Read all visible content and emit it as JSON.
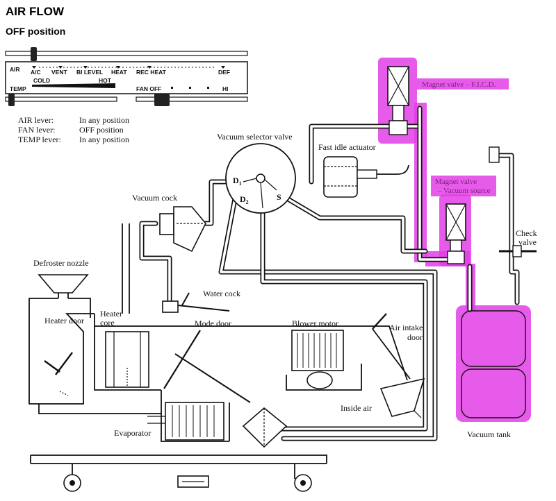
{
  "header": {
    "title": "AIR FLOW",
    "subtitle": "OFF position"
  },
  "panel": {
    "air_label": "AIR",
    "modes": [
      "A/C",
      "VENT",
      "BI LEVEL",
      "HEAT",
      "REC HEAT",
      "DEF"
    ],
    "temp_label": "TEMP",
    "cold_label": "COLD",
    "hot_label": "HOT",
    "fan_off_label": "FAN OFF",
    "fan_hi_label": "HI"
  },
  "settings": [
    {
      "lever": "AIR lever:",
      "position": "In any position"
    },
    {
      "lever": "FAN lever:",
      "position": "OFF position"
    },
    {
      "lever": "TEMP lever:",
      "position": "In any position"
    }
  ],
  "labels": {
    "vacuum_selector_valve": "Vacuum selector valve",
    "d1": "D",
    "d1_sub": "1",
    "d2": "D",
    "d2_sub": "2",
    "s": "S",
    "fast_idle_actuator": "Fast idle actuator",
    "vacuum_cock": "Vacuum cock",
    "defroster_nozzle": "Defroster nozzle",
    "water_cock": "Water cock",
    "heater_door": "Heater door",
    "heater_core_1": "Heater",
    "heater_core_2": "core",
    "mode_door": "Mode door",
    "blower_motor": "Blower motor",
    "air_intake_door_1": "Air intake",
    "air_intake_door_2": "door",
    "inside_air": "Inside air",
    "evaporator": "Evaporator",
    "vacuum_tank": "Vacuum tank",
    "check_valve_1": "Check",
    "check_valve_2": "valve",
    "magnet_valve_ficd": "Magnet valve – F.I.C.D.",
    "magnet_valve_vac_1": "Magnet valve",
    "magnet_valve_vac_2": "– Vacuum source"
  },
  "colors": {
    "highlight": "#e23ee6",
    "ink": "#111111"
  }
}
